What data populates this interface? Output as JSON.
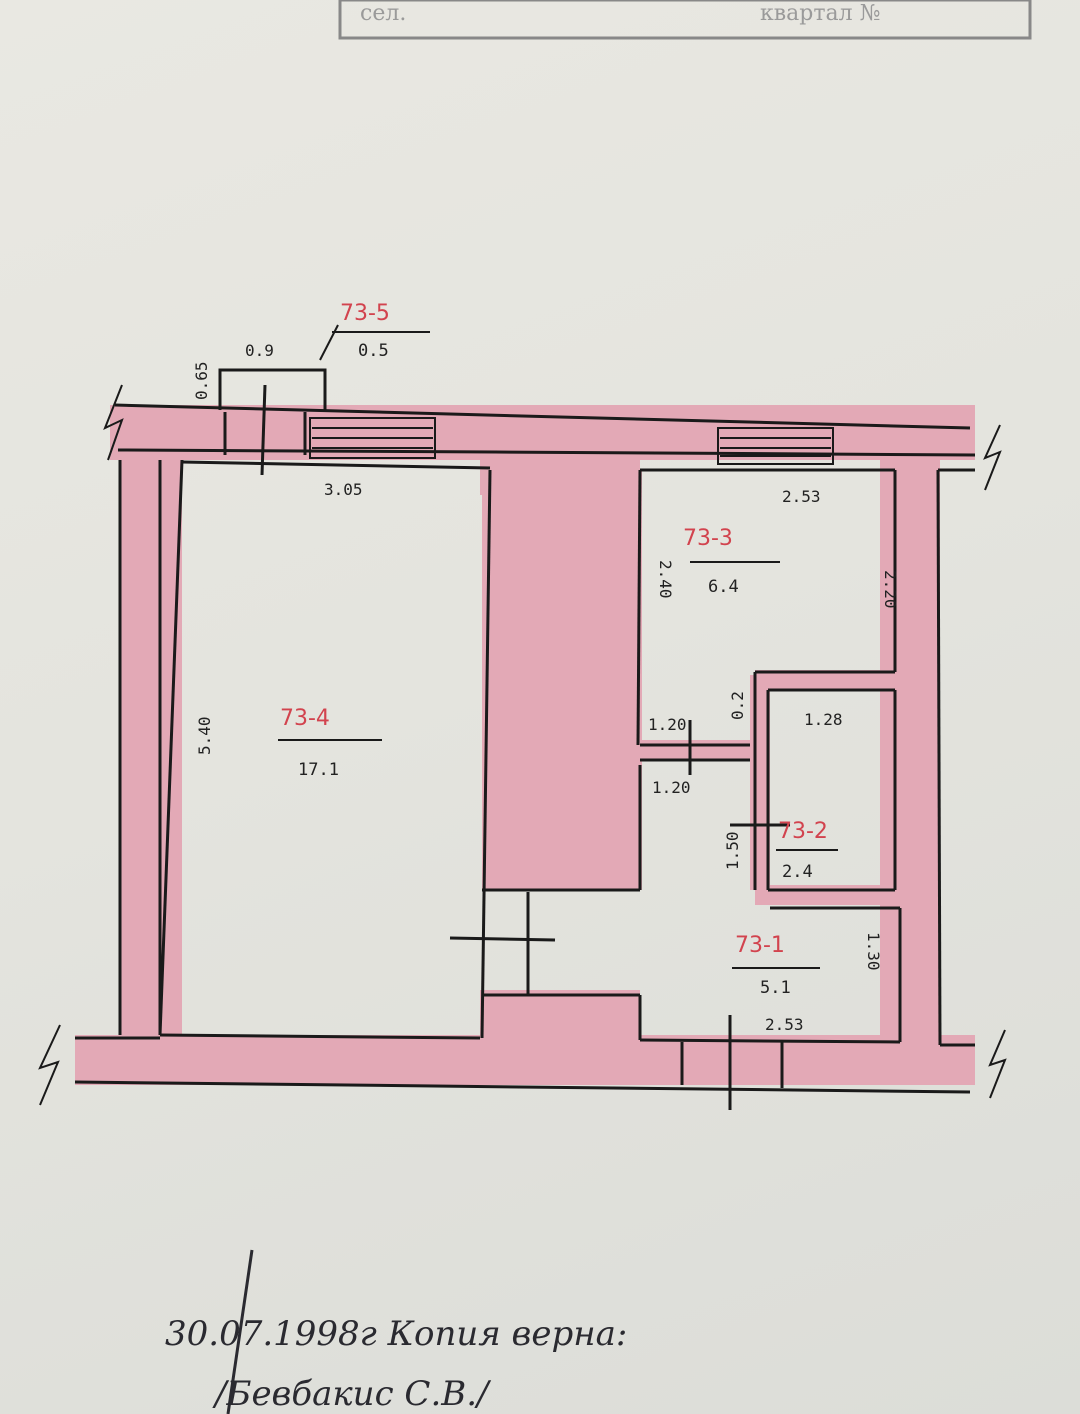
{
  "header": {
    "left_text": "сел.",
    "right_text": "квартал №"
  },
  "rooms": [
    {
      "id": "73-4",
      "area": "17.1"
    },
    {
      "id": "73-3",
      "area": "6.4"
    },
    {
      "id": "73-2",
      "area": "2.4"
    },
    {
      "id": "73-1",
      "area": "5.1"
    },
    {
      "id": "73-5",
      "area": "0.5"
    }
  ],
  "dimensions": {
    "balcony_width": "0.9",
    "balcony_depth": "0.65",
    "room4_width": "3.05",
    "room4_length": "5.40",
    "room3_width": "2.53",
    "room3_right": "2.20",
    "room3_left": "2.40",
    "bath_width": "1.28",
    "bath_gap": "0.2",
    "bath_height": "1.50",
    "hall_upper": "1.20",
    "hall_lower": "1.20",
    "room1_width": "2.53",
    "room1_height": "1.30"
  },
  "annotation": {
    "line1": "30.07.1998г  Копия верна:",
    "line2": "/Бевбакис С.В./"
  },
  "colors": {
    "wall_fill": "#e3a9b6",
    "line": "#1a1a1a",
    "room_id": "#d2434e"
  }
}
